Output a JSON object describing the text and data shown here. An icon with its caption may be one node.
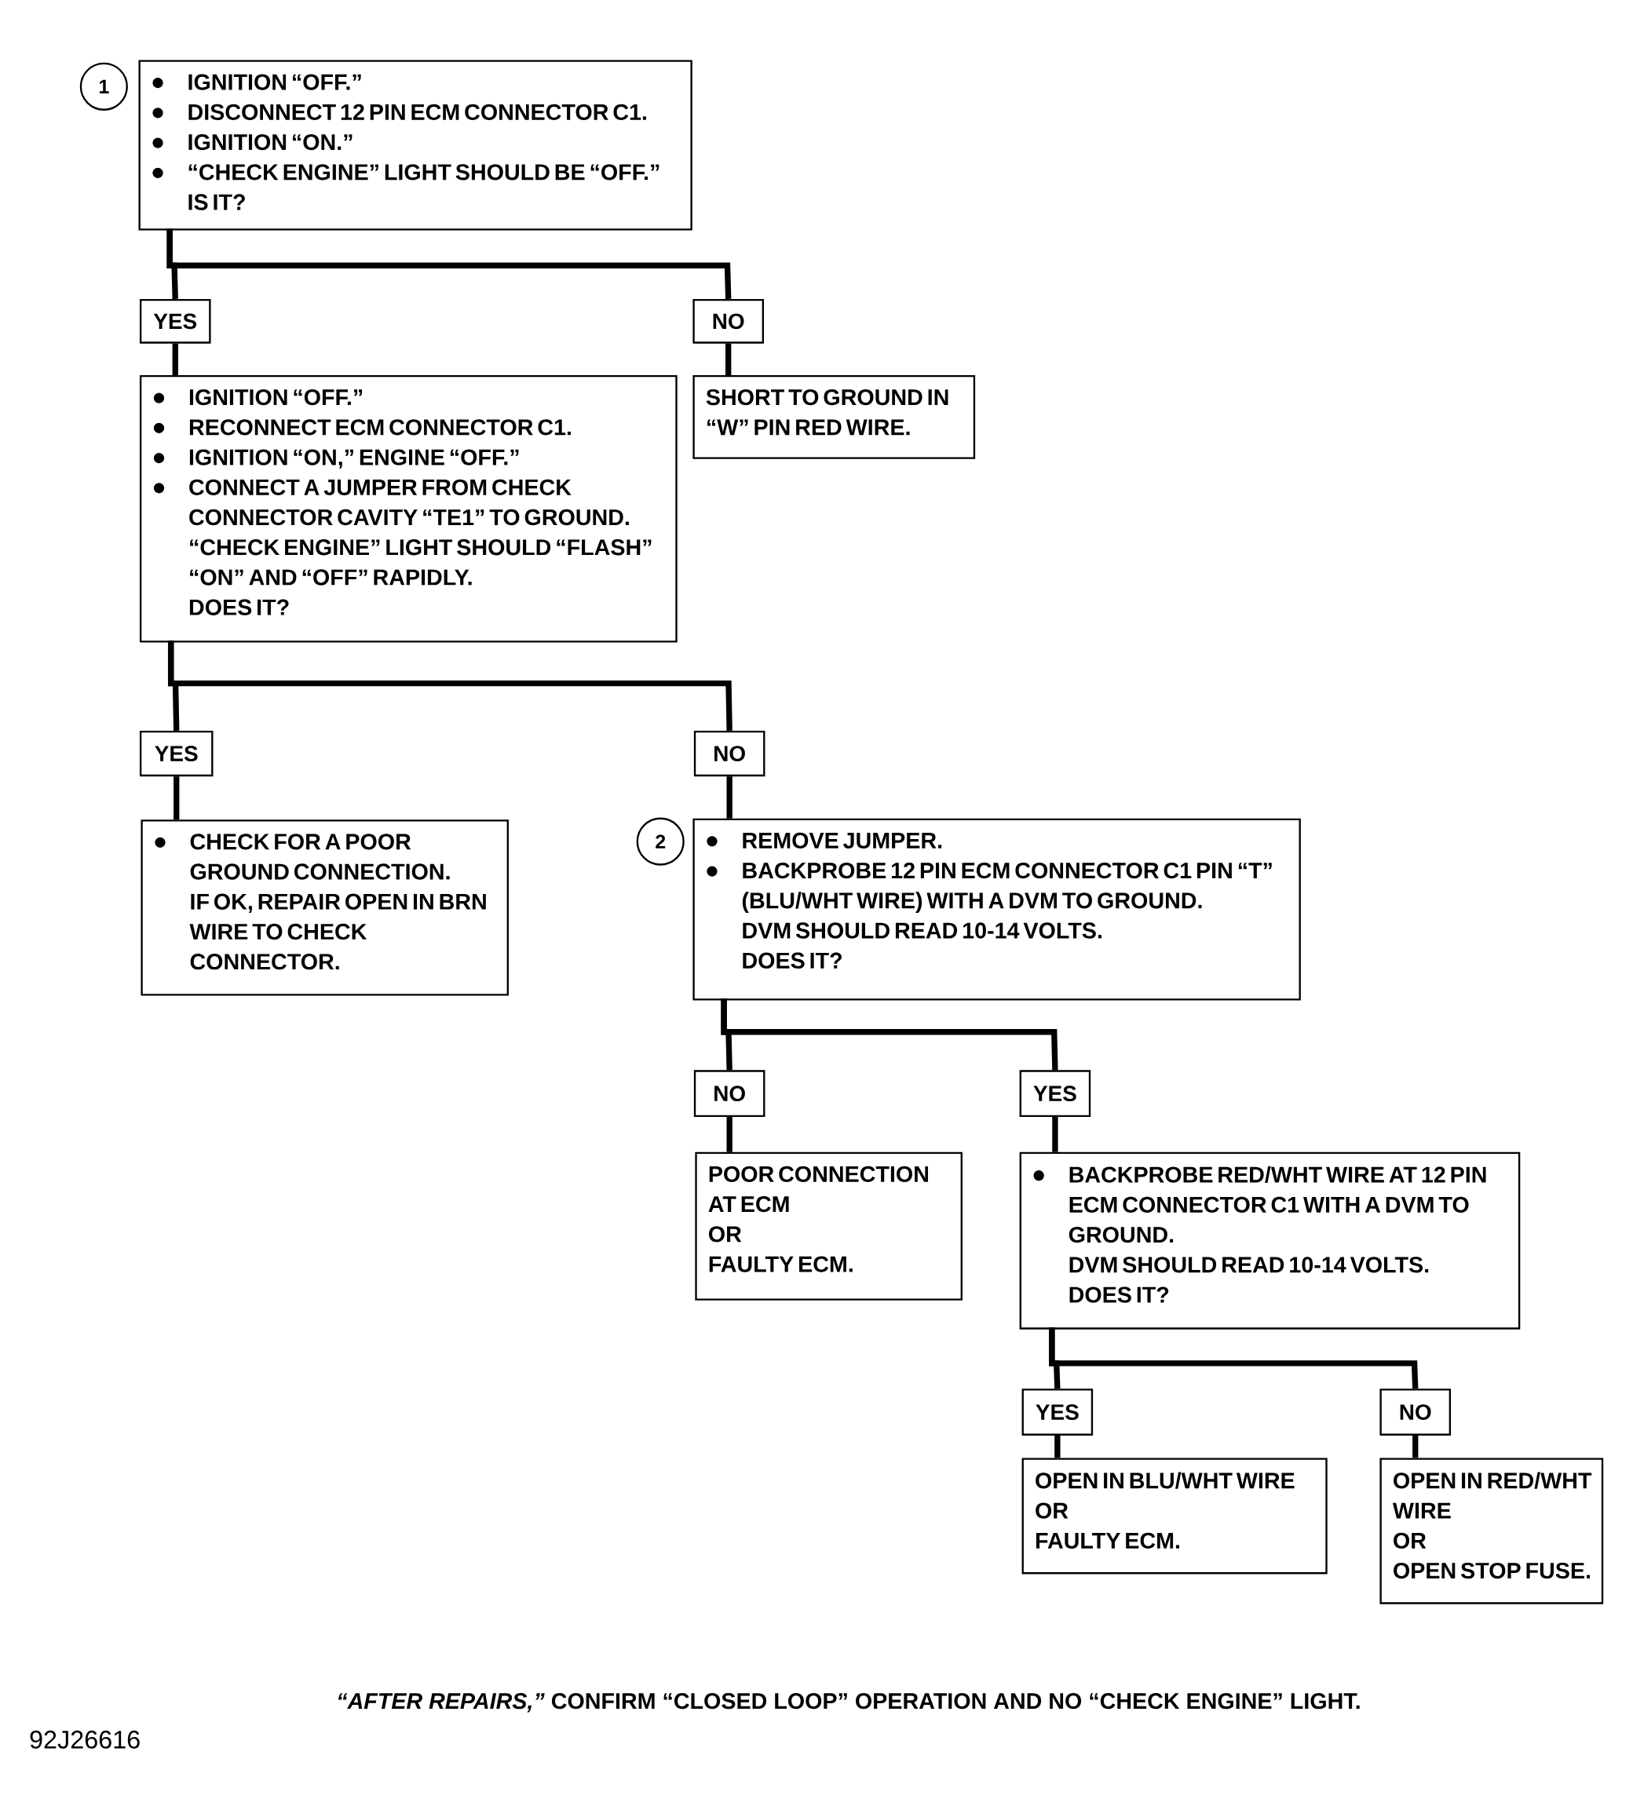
{
  "diagram": {
    "nodes": [
      {
        "text": [
          "IGNITION “OFF.”",
          "DISCONNECT 12 PIN ECM CONNECTOR C1.",
          "IGNITION “ON.”",
          "“CHECK ENGINE” LIGHT SHOULD BE “OFF.”",
          "IS IT?"
        ],
        "beside": [
          "1"
        ]
      },
      {
        "text": [
          "YES"
        ]
      },
      {
        "text": [
          "NO"
        ]
      },
      {
        "text": [
          "IGNITION “OFF.”",
          "RECONNECT ECM CONNECTOR C1.",
          "IGNITION “ON,” ENGINE “OFF.”",
          "CONNECT A JUMPER FROM CHECK CONNECTOR CAVITY “TE1” TO GROUND.",
          "“CHECK ENGINE” LIGHT SHOULD “FLASH” “ON” AND “OFF” RAPIDLY.",
          "DOES IT?"
        ]
      },
      {
        "text": [
          "SHORT TO GROUND IN “W” PIN RED WIRE."
        ]
      },
      {
        "text": [
          "YES"
        ]
      },
      {
        "text": [
          "NO"
        ]
      },
      {
        "text": [
          "CHECK FOR A POOR GROUND CONNECTION.",
          "IF OK, REPAIR OPEN IN BRN WIRE TO CHECK CONNECTOR."
        ]
      },
      {
        "text": [
          "REMOVE JUMPER.",
          "BACKPROBE 12 PIN ECM CONNECTOR C1 PIN “T” (BLU/WHT WIRE) WITH A DVM TO GROUND.",
          "DVM SHOULD READ 10-14 VOLTS.",
          "DOES IT?"
        ],
        "beside": [
          "2"
        ]
      },
      {
        "text": [
          "NO"
        ]
      },
      {
        "text": [
          "YES"
        ]
      },
      {
        "text": [
          "POOR CONNECTION",
          "AT ECM",
          "OR",
          "FAULTY ECM."
        ]
      },
      {
        "text": [
          "BACKPROBE RED/WHT WIRE AT 12 PIN ECM CONNECTOR C1 WITH A DVM TO GROUND.",
          "DVM SHOULD READ 10-14 VOLTS.",
          "DOES IT?"
        ]
      },
      {
        "text": [
          "YES"
        ]
      },
      {
        "text": [
          "NO"
        ]
      },
      {
        "text": [
          "OPEN IN BLU/WHT WIRE",
          "OR",
          "FAULTY ECM."
        ]
      },
      {
        "text": [
          "OPEN IN RED/WHT WIRE",
          "OR",
          "OPEN STOP FUSE."
        ]
      }
    ],
    "edges": [
      {
        "from": 0,
        "to": 1,
        "arrow": "none"
      },
      {
        "from": 0,
        "to": 2,
        "arrow": "none"
      },
      {
        "from": 1,
        "to": 3,
        "arrow": "none"
      },
      {
        "from": 2,
        "to": 4,
        "arrow": "none"
      },
      {
        "from": 3,
        "to": 5,
        "arrow": "none"
      },
      {
        "from": 3,
        "to": 6,
        "arrow": "none"
      },
      {
        "from": 5,
        "to": 7,
        "arrow": "none"
      },
      {
        "from": 6,
        "to": 8,
        "arrow": "none"
      },
      {
        "from": 8,
        "to": 9,
        "arrow": "none"
      },
      {
        "from": 8,
        "to": 10,
        "arrow": "none"
      },
      {
        "from": 9,
        "to": 11,
        "arrow": "none"
      },
      {
        "from": 10,
        "to": 12,
        "arrow": "none"
      },
      {
        "from": 12,
        "to": 13,
        "arrow": "none"
      },
      {
        "from": 12,
        "to": 14,
        "arrow": "none"
      },
      {
        "from": 13,
        "to": 15,
        "arrow": "none"
      },
      {
        "from": 14,
        "to": 16,
        "arrow": "none"
      }
    ],
    "labels": [
      "*“AFTER REPAIRS,”* CONFIRM “CLOSED LOOP” OPERATION AND NO “CHECK ENGINE” LIGHT.",
      "92J26616"
    ]
  }
}
